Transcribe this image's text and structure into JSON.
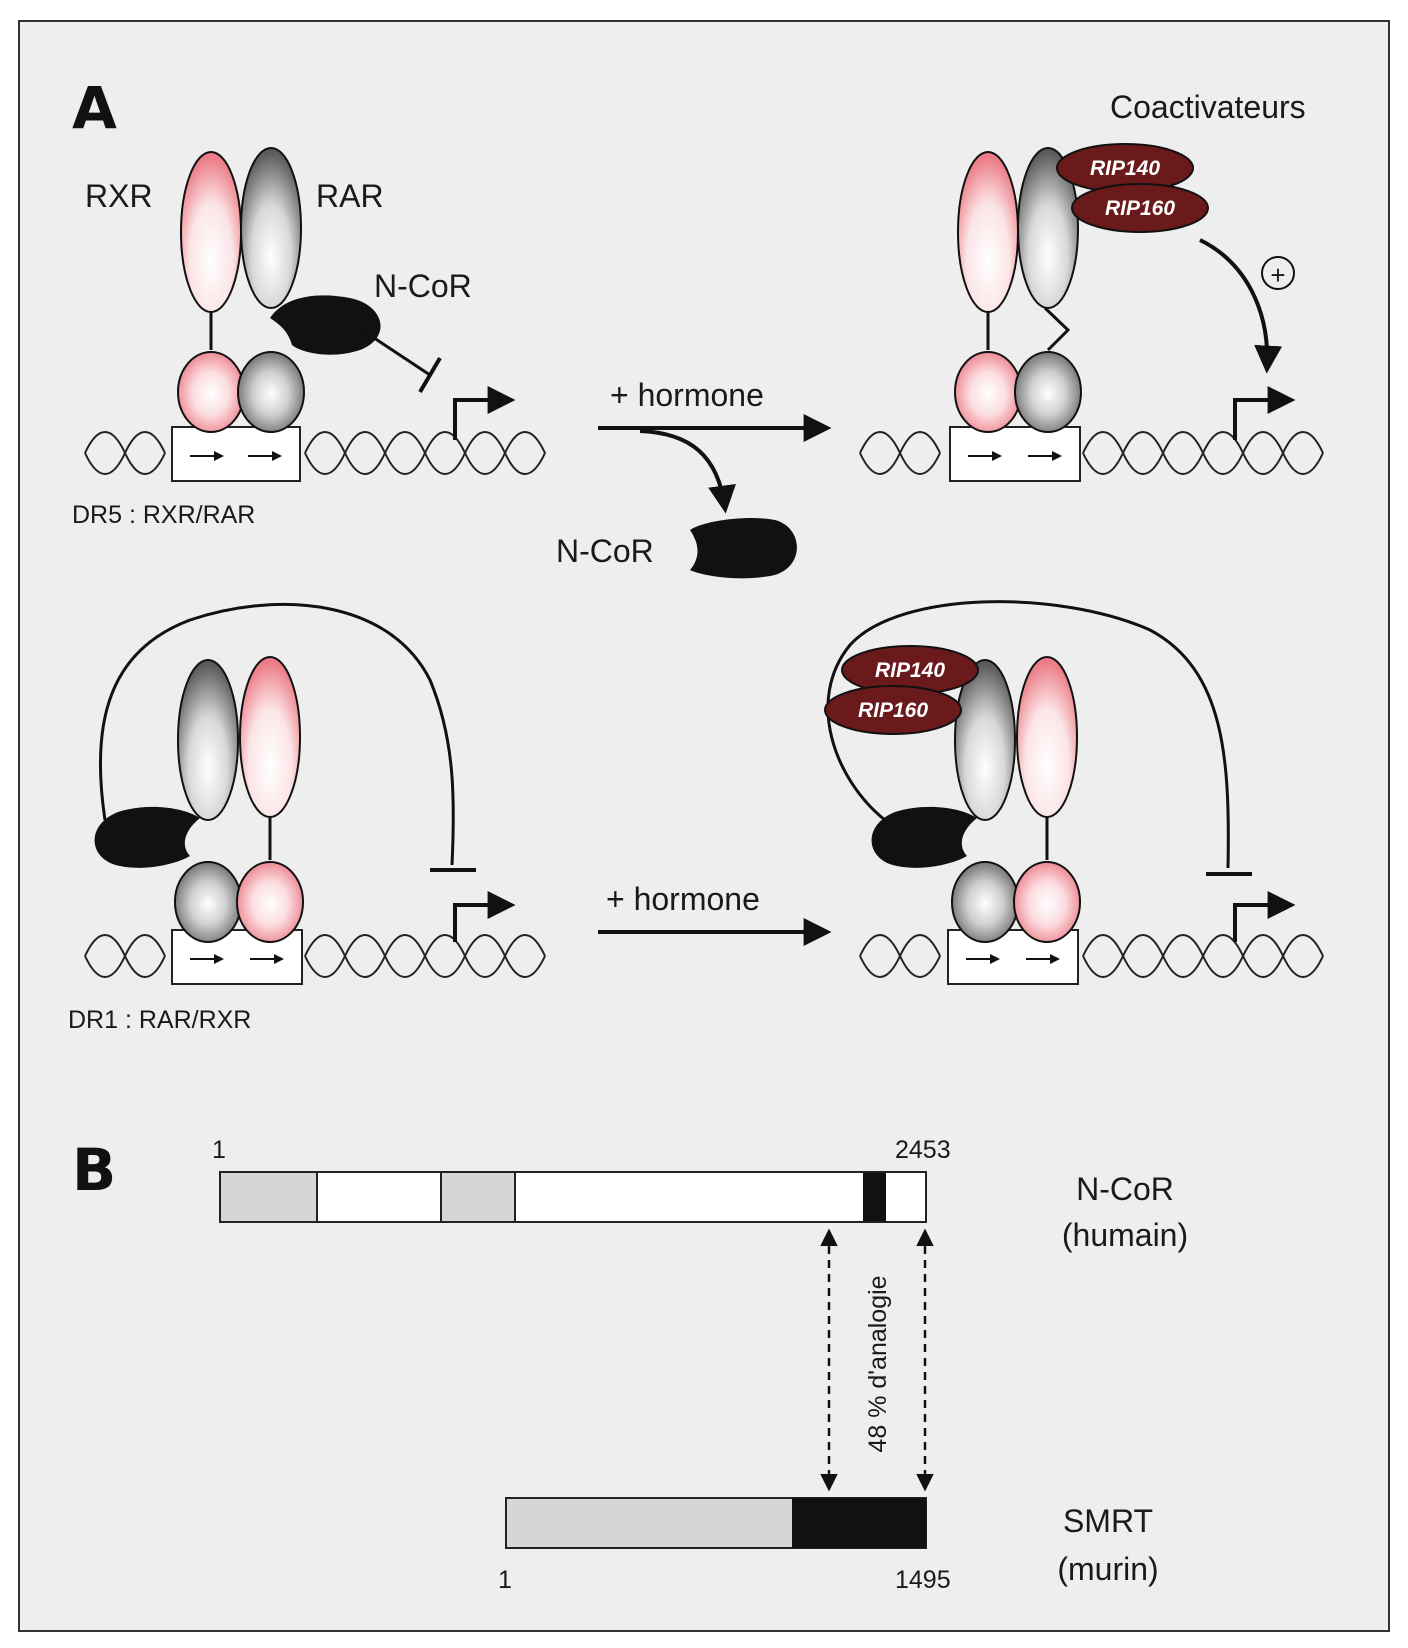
{
  "panels": {
    "a": "A",
    "b": "B"
  },
  "panel_a": {
    "rxr": "RXR",
    "rar": "RAR",
    "ncor_label": "N-CoR",
    "released_ncor": "N-CoR",
    "coactivators": "Coactivateurs",
    "rip140": "RIP140",
    "rip160": "RIP160",
    "plus_sign": "+",
    "hormone_top": "+ hormone",
    "hormone_bottom": "+ hormone",
    "dr5": "DR5 : RXR/RAR",
    "dr1": "DR1 : RAR/RXR"
  },
  "panel_b": {
    "ncor_start": "1",
    "ncor_end": "2453",
    "ncor_name": "N-CoR",
    "ncor_species": "(humain)",
    "smrt_start": "1",
    "smrt_end": "1495",
    "smrt_name": "SMRT",
    "smrt_species": "(murin)",
    "analogy": "48 % d'analogie"
  },
  "colors": {
    "rxr_pink": "#f08a92",
    "rar_gray": "#6e6e6e",
    "ncor_black": "#111111",
    "coactivator_brown": "#6b1a1c",
    "background": "#efeeef",
    "domain_gray": "#d6d6d6"
  }
}
